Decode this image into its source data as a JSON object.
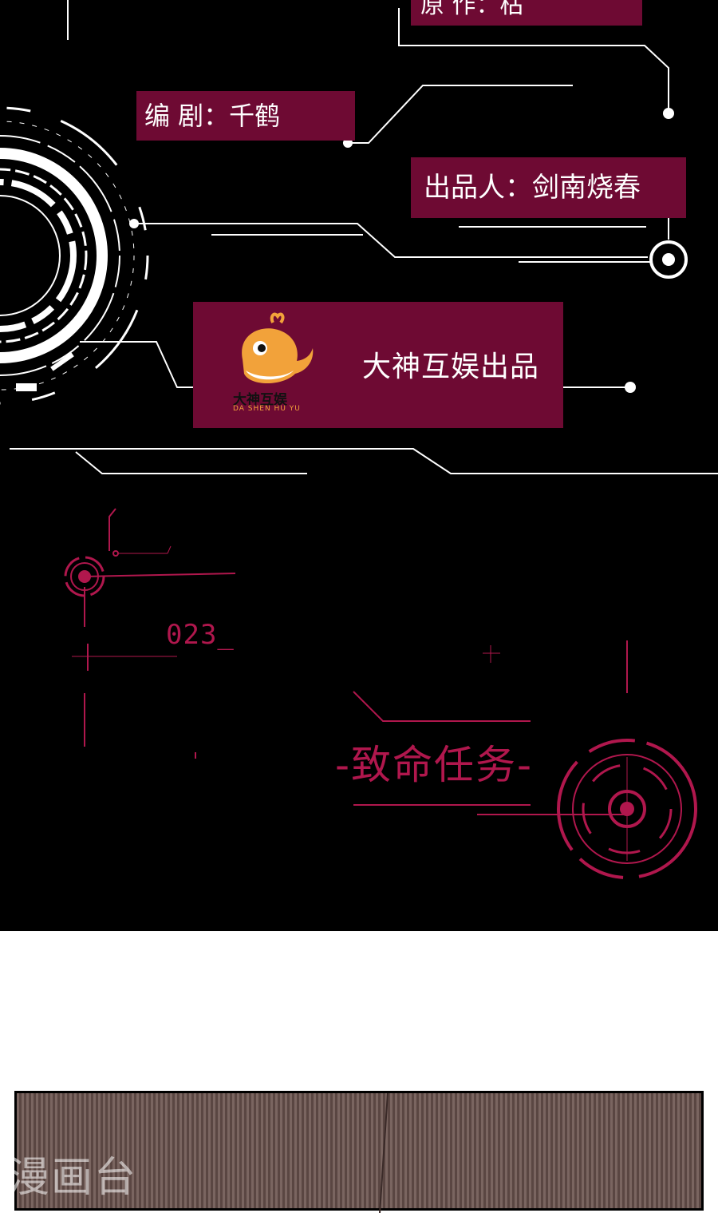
{
  "credits": {
    "original_author": "原  作：枯",
    "writer": "编    剧：千鹤",
    "producer": "出品人：剑南烧春"
  },
  "studio": {
    "name": "大神互娱出品",
    "logo_text": "大神互娱",
    "logo_subtext": "DA SHEN HU YU"
  },
  "chapter": {
    "counter": "023_",
    "title": "-致命任务-"
  },
  "watermark": "漫画台",
  "colors": {
    "background": "#000000",
    "label_box": "#6e0a33",
    "accent": "#b0174d",
    "line": "#ffffff",
    "logo_orange": "#f2a23a"
  }
}
